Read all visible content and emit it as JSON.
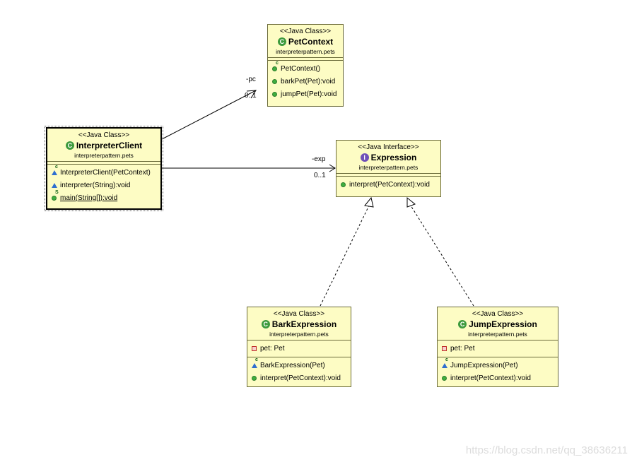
{
  "classes": {
    "pet_context": {
      "stereotype": "<<Java Class>>",
      "name": "PetContext",
      "package": "interpreterpattern.pets",
      "ops": [
        "PetContext()",
        "barkPet(Pet):void",
        "jumpPet(Pet):void"
      ]
    },
    "interpreter_client": {
      "stereotype": "<<Java Class>>",
      "name": "InterpreterClient",
      "package": "interpreterpattern.pets",
      "ops": [
        "InterpreterClient(PetContext)",
        "interpreter(String):void",
        "main(String[]):void"
      ]
    },
    "expression": {
      "stereotype": "<<Java Interface>>",
      "name": "Expression",
      "package": "interpreterpattern.pets",
      "ops": [
        "interpret(PetContext):void"
      ]
    },
    "bark_expression": {
      "stereotype": "<<Java Class>>",
      "name": "BarkExpression",
      "package": "interpreterpattern.pets",
      "attrs": [
        "pet: Pet"
      ],
      "ops": [
        "BarkExpression(Pet)",
        "interpret(PetContext):void"
      ]
    },
    "jump_expression": {
      "stereotype": "<<Java Class>>",
      "name": "JumpExpression",
      "package": "interpreterpattern.pets",
      "attrs": [
        "pet: Pet"
      ],
      "ops": [
        "JumpExpression(Pet)",
        "interpret(PetContext):void"
      ]
    }
  },
  "relations": {
    "pc_role": "-pc",
    "pc_mult": "0..1",
    "exp_role": "-exp",
    "exp_mult": "0..1"
  },
  "icons": {
    "class_letter": "C",
    "interface_letter": "I",
    "constructor_mark": "c",
    "static_mark": "S"
  },
  "watermark": "https://blog.csdn.net/qq_38636211"
}
